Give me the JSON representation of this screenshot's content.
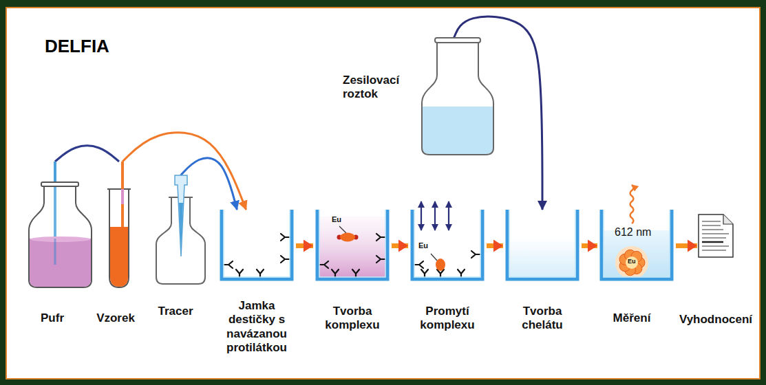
{
  "diagram": {
    "title": "DELFIA",
    "nodes": [
      {
        "text": [
          "Pufr"
        ]
      },
      {
        "text": [
          "Vzorek"
        ]
      },
      {
        "text": [
          "Tracer"
        ]
      },
      {
        "text": [
          "Jamka destičky s navázanou protilátkou"
        ]
      },
      {
        "text": [
          "Tvorba komplexu"
        ]
      },
      {
        "text": [
          "Promytí komplexu"
        ]
      },
      {
        "text": [
          "Zesilovací roztok"
        ]
      },
      {
        "text": [
          "Tvorba chelátu"
        ]
      },
      {
        "text": [
          "Měření"
        ]
      },
      {
        "text": [
          "Vyhodnocení"
        ]
      }
    ],
    "edges": [
      {
        "from": 0,
        "to": 1,
        "arrow": "none"
      },
      {
        "from": 1,
        "to": 3,
        "arrow": "to"
      },
      {
        "from": 2,
        "to": 3,
        "arrow": "to"
      },
      {
        "from": 3,
        "to": 4,
        "arrow": "to"
      },
      {
        "from": 4,
        "to": 5,
        "arrow": "to"
      },
      {
        "from": 5,
        "to": 7,
        "arrow": "to"
      },
      {
        "from": 6,
        "to": 7,
        "arrow": "to"
      },
      {
        "from": 7,
        "to": 8,
        "arrow": "to"
      },
      {
        "from": 8,
        "to": 9,
        "arrow": "to"
      }
    ],
    "labels": [
      "Eu",
      "Eu",
      "612 nm",
      "Eu"
    ]
  }
}
